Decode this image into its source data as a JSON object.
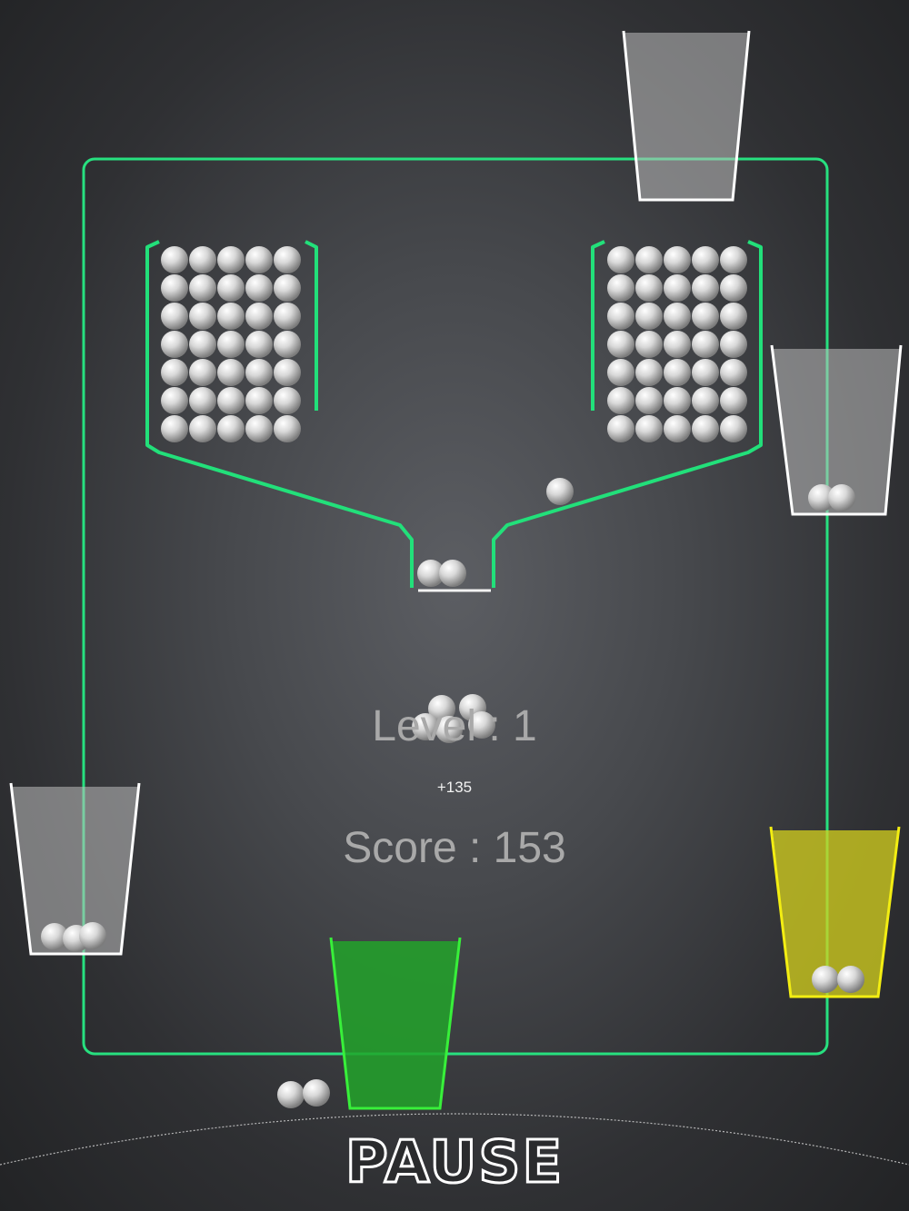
{
  "hud": {
    "level_label": "Level : 1",
    "bonus_label": "+135",
    "score_label": "Score : 153"
  },
  "controls": {
    "pause_label": "PAUSE"
  },
  "colors": {
    "boundary": "#27e07f",
    "hopper": "#22e07a",
    "ball_highlight": "#ffffff",
    "ball_shadow": "#777777",
    "cup_gray_fill": "#bdbdbd",
    "cup_yellow_fill": "#d6d21e",
    "cup_yellow_rim": "#f3ee12",
    "cup_green_fill": "#22a32a",
    "cup_green_rim": "#38f03a"
  },
  "cups": [
    {
      "name": "cup-top-right",
      "color": "gray",
      "balls_inside": 0
    },
    {
      "name": "cup-right",
      "color": "gray",
      "balls_inside": 2
    },
    {
      "name": "cup-left",
      "color": "gray",
      "balls_inside": 3
    },
    {
      "name": "cup-bottom-center",
      "color": "green",
      "balls_inside": 0
    },
    {
      "name": "cup-bottom-right",
      "color": "yellow",
      "balls_inside": 2
    }
  ],
  "icons": {
    "ball": "silver-ball-icon"
  }
}
